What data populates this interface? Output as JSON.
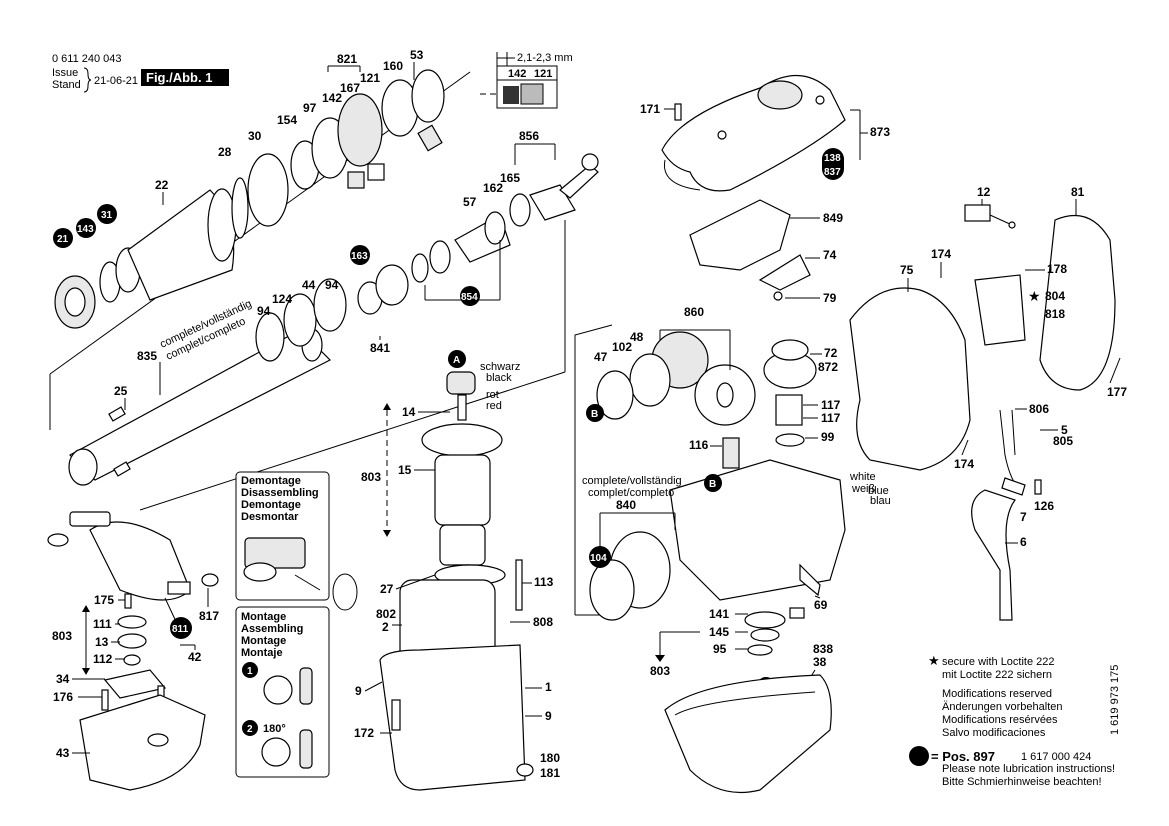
{
  "header": {
    "doc_number": "0 611 240 043",
    "issue_label_1": "Issue",
    "issue_label_2": "Stand",
    "issue_date": "21-06-21",
    "figure_label": "Fig./Abb. 1"
  },
  "detail_inset": {
    "dimension": "2,1-2,3 mm",
    "part_a": "142",
    "part_b": "121"
  },
  "labels": {
    "p821": "821",
    "p53": "53",
    "p160": "160",
    "p121": "121",
    "p167": "167",
    "p142": "142",
    "p97": "97",
    "p154": "154",
    "p30": "30",
    "p28": "28",
    "p22": "22",
    "p21": "21",
    "p143": "143",
    "p31": "31",
    "p856": "856",
    "p162": "162",
    "p165": "165",
    "p57": "57",
    "p163": "163",
    "p94a": "94",
    "p44": "44",
    "p124": "124",
    "p94b": "94",
    "p841": "841",
    "p854": "854",
    "p835": "835",
    "p25": "25",
    "p171": "171",
    "p873": "873",
    "p138": "138",
    "p837": "837",
    "p849": "849",
    "p74": "74",
    "p79": "79",
    "p12": "12",
    "p81": "81",
    "p174a": "174",
    "p75": "75",
    "p178": "178",
    "p804": "804",
    "p818": "818",
    "p177": "177",
    "p806": "806",
    "p5": "5",
    "p805": "805",
    "p174b": "174",
    "p126": "126",
    "p7": "7",
    "p6": "6",
    "p860": "860",
    "p48": "48",
    "p102": "102",
    "p47": "47",
    "p72": "72",
    "p872": "872",
    "p117a": "117",
    "p117b": "117",
    "p99": "99",
    "p116": "116",
    "p840": "840",
    "p104": "104",
    "p69": "69",
    "p141": "141",
    "p145": "145",
    "p95": "95",
    "p838": "838",
    "p38": "38",
    "p803c": "803",
    "p14": "14",
    "p15": "15",
    "p803b": "803",
    "p27": "27",
    "p113": "113",
    "p802": "802",
    "p2": "2",
    "p808": "808",
    "p9a": "9",
    "p1": "1",
    "p9b": "9",
    "p172": "172",
    "p180": "180",
    "p181": "181",
    "p175": "175",
    "p111": "111",
    "p13": "13",
    "p112": "112",
    "p803a": "803",
    "p811": "811",
    "p817": "817",
    "p42": "42",
    "p34": "34",
    "p176": "176",
    "p43": "43",
    "markA1": "A",
    "markA2": "A",
    "markB1": "B",
    "markB2": "B"
  },
  "wires": {
    "schwarz": "schwarz",
    "black": "black",
    "rot": "rot",
    "red": "red",
    "white": "white",
    "weiss": "weiß",
    "blue": "blue",
    "blau": "blau"
  },
  "complete_labels": {
    "shaft_1": "complete/vollständig",
    "shaft_2": "complet/completo",
    "gear_1": "complete/vollständig",
    "gear_2": "complet/completo"
  },
  "instructions": {
    "demontage": [
      "Demontage",
      "Disassembling",
      "Demontage",
      "Desmontar"
    ],
    "montage": [
      "Montage",
      "Assembling",
      "Montage",
      "Montaje"
    ],
    "step1": "1",
    "step2": "2",
    "angle": "180°"
  },
  "notes": {
    "loctite_1": "secure with Loctite 222",
    "loctite_2": "mit Loctite 222 sichern",
    "mod_1": "Modifications reserved",
    "mod_2": "Änderungen vorbehalten",
    "mod_3": "Modifications resérvées",
    "mod_4": "Salvo modificaciones",
    "pos": "= Pos. 897",
    "pos_number": "1 617 000 424",
    "lube_1": "Please note lubrication instructions!",
    "lube_2": "Bitte Schmierhinweise beachten!",
    "side_number": "1 619 973 175"
  }
}
